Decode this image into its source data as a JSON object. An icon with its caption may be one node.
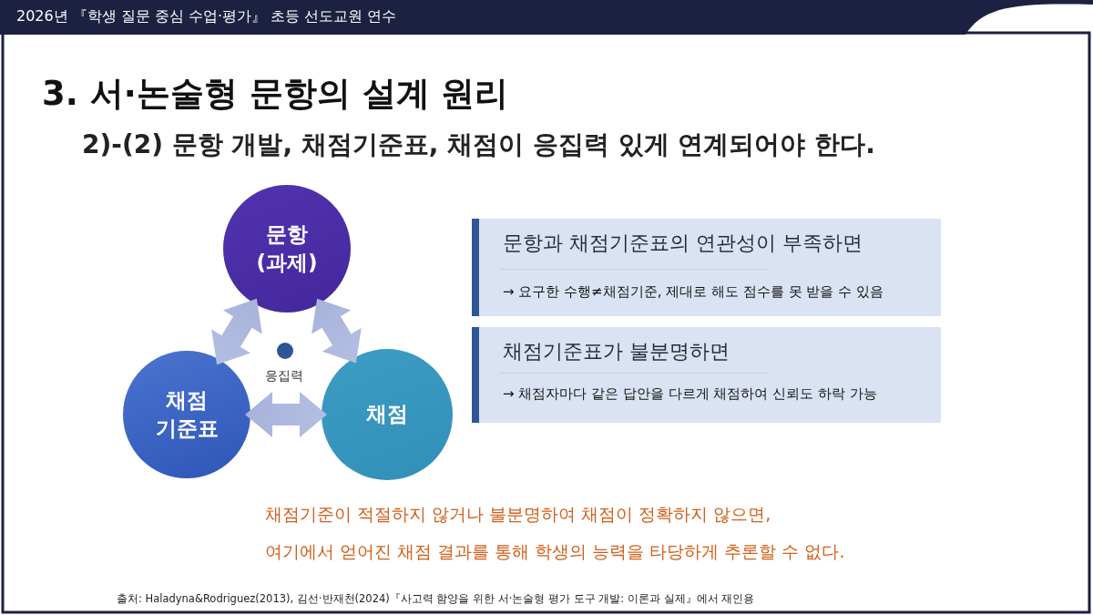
{
  "diagram": {
    "title": "3. 서·논술형 문항의 설계 원리",
    "nodes": [
      {
        "text": [
          "문항 (과제)"
        ]
      },
      {
        "text": [
          "채점 기준표"
        ]
      },
      {
        "text": [
          "채점"
        ]
      },
      {
        "text": [
          "문항과 채점기준표의 연관성이 부족하면",
          "→ 요구한 수행≠채점기준, 제대로 해도 점수를 못 받을 수 있음"
        ]
      },
      {
        "text": [
          "채점기준표가 불분명하면",
          "→ 채점자마다 같은 답안을 다르게 채점하여 신뢰도 하락 가능"
        ]
      }
    ],
    "edges": [
      {
        "from": 0,
        "to": 1,
        "arrow": "both"
      },
      {
        "from": 0,
        "to": 2,
        "arrow": "both"
      },
      {
        "from": 1,
        "to": 2,
        "arrow": "both"
      }
    ],
    "labels": [
      "2026년 『학생 질문 중심 수업·평가』 초등 선도교원 연수",
      "2)-(2) 문항 개발, 채점기준표, 채점이 응집력 있게 연계되어야 한다.",
      "응집력",
      "채점기준이 적절하지 않거나 불분명하여 채점이 정확하지 않으면,",
      "여기에서 얻어진 채점 결과를 통해 학생의 능력을 타당하게 추론할 수 없다.",
      "출처: Haladyna&Rodriguez(2013), 김선·반재천(2024)『사고력 함양을 위한 서·논술형 평가 도구 개발: 이론과 실제』에서 재인용"
    ]
  }
}
